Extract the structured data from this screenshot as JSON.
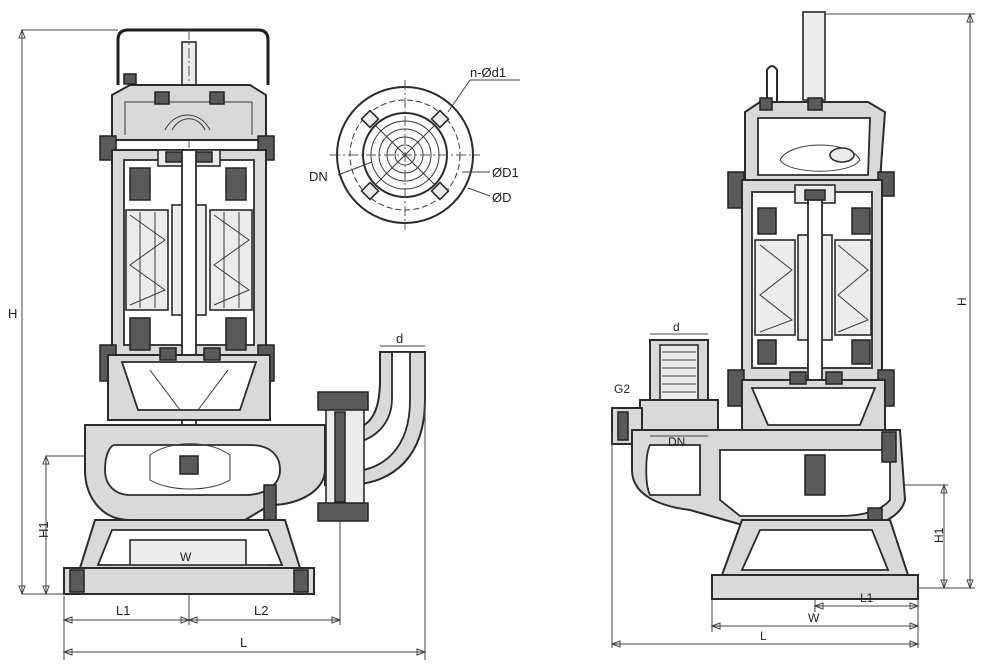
{
  "labels": {
    "front": {
      "H": "H",
      "H1": "H1",
      "W": "W",
      "L1": "L1",
      "L2": "L2",
      "L": "L",
      "d": "d"
    },
    "flange": {
      "n_d1": "n-Ød1",
      "DN": "DN",
      "D1": "ØD1",
      "D": "ØD"
    },
    "side": {
      "H": "H",
      "H1": "H1",
      "G2": "G2",
      "d": "d",
      "DN": "DN",
      "L1": "L1",
      "W": "W",
      "L": "L"
    }
  }
}
